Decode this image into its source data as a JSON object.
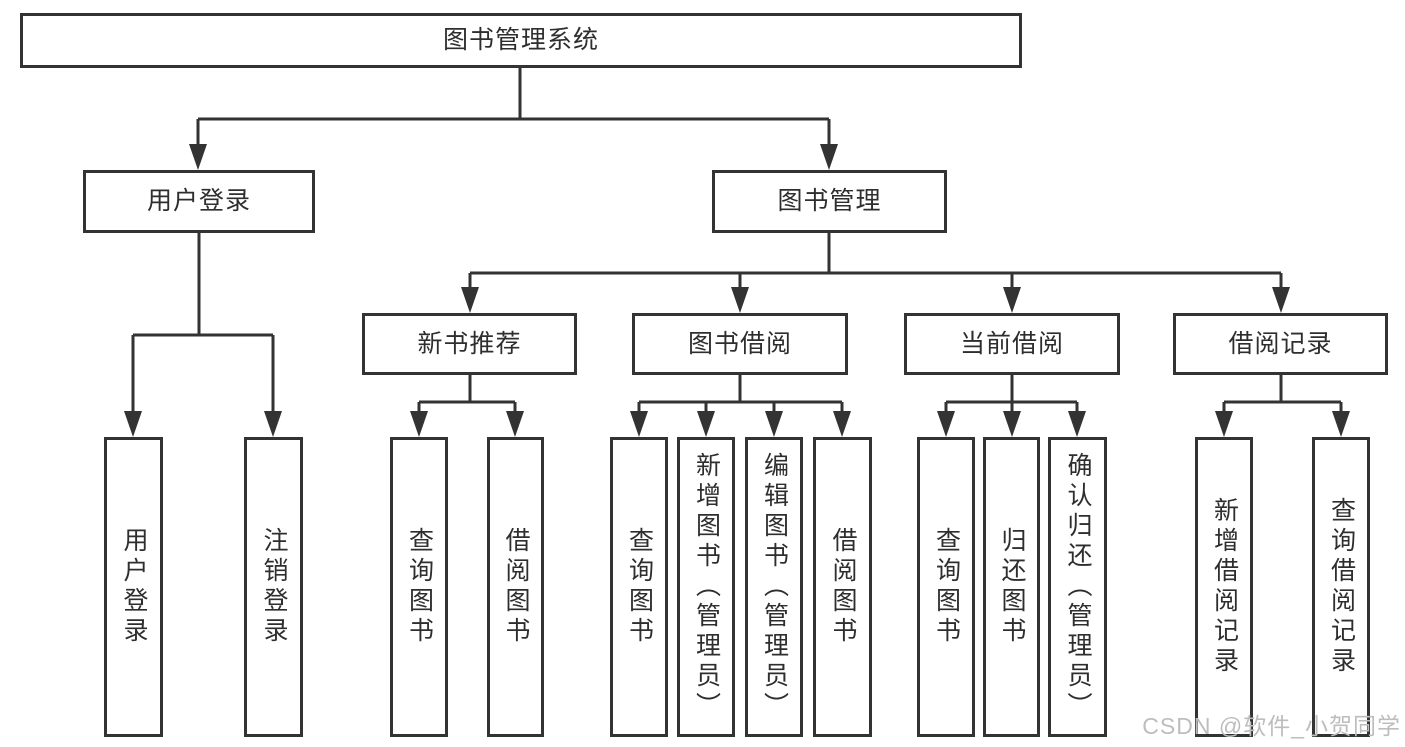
{
  "nodes": {
    "system": "图书管理系统",
    "user_login": "用户登录",
    "book_mgmt": "图书管理",
    "new_book_rec": "新书推荐",
    "book_borrow": "图书借阅",
    "current_borrow": "当前借阅",
    "borrow_record": "借阅记录",
    "leaf_user_login": "用户登录",
    "leaf_logout": "注销登录",
    "nbr_query_book": "查询图书",
    "nbr_borrow_book": "借阅图书",
    "bb_query_book": "查询图书",
    "bb_add_book": "新增图书（管理员）",
    "bb_edit_book": "编辑图书（管理员）",
    "bb_borrow_book": "借阅图书",
    "cb_query_book": "查询图书",
    "cb_return_book": "归还图书",
    "cb_confirm_return": "确认归还（管理员）",
    "br_add_record": "新增借阅记录",
    "br_query_record": "查询借阅记录"
  },
  "tree": {
    "图书管理系统": {
      "用户登录": [
        "用户登录",
        "注销登录"
      ],
      "图书管理": {
        "新书推荐": [
          "查询图书",
          "借阅图书"
        ],
        "图书借阅": [
          "查询图书",
          "新增图书（管理员）",
          "编辑图书（管理员）",
          "借阅图书"
        ],
        "当前借阅": [
          "查询图书",
          "归还图书",
          "确认归还（管理员）"
        ],
        "借阅记录": [
          "新增借阅记录",
          "查询借阅记录"
        ]
      }
    }
  },
  "watermark": "CSDN @软件_小贺同学",
  "colors": {
    "line": "#333333",
    "text": "#2e2e2e",
    "watermark": "#bdbdbd",
    "background": "#ffffff"
  }
}
